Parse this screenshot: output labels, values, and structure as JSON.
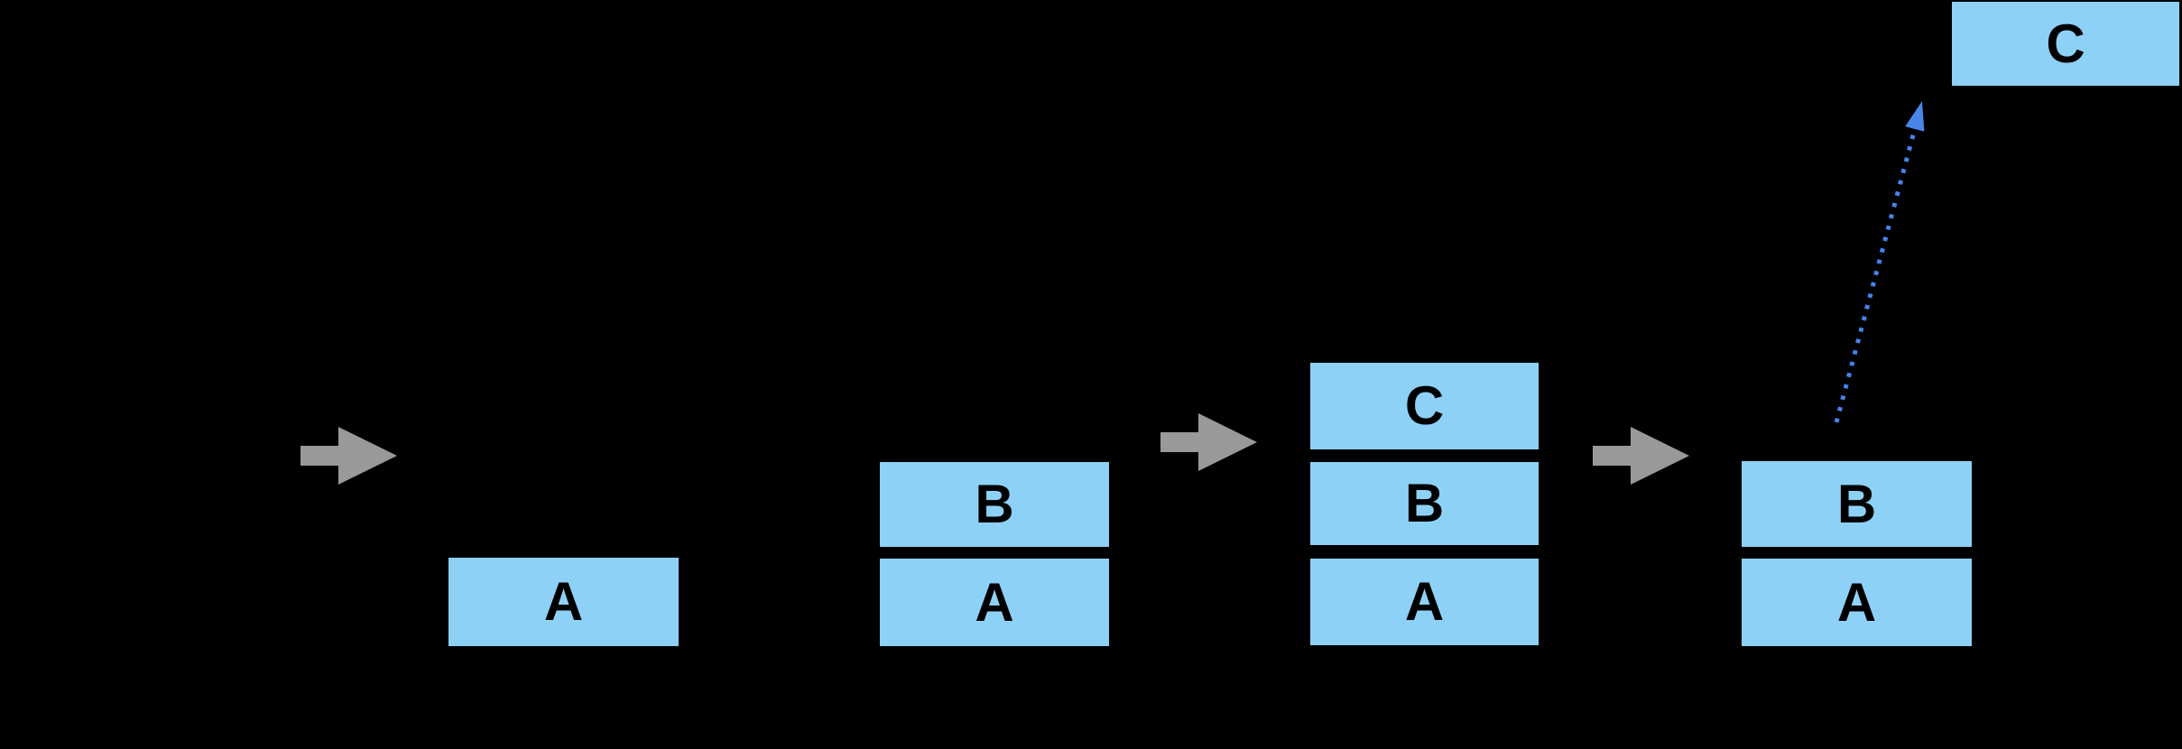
{
  "colors": {
    "background": "#000000",
    "box_fill": "#8ED1F7",
    "box_text": "#000000",
    "push_arrow_gray": "#999999",
    "pop_arrow_blue": "#4583EC"
  },
  "stacks": [
    {
      "items": [
        "A"
      ]
    },
    {
      "items": [
        "B",
        "A"
      ]
    },
    {
      "items": [
        "C",
        "B",
        "A"
      ]
    },
    {
      "items": [
        "B",
        "A"
      ]
    }
  ],
  "popped_item": "C",
  "icons": {
    "push_arrow": "right-block-arrow",
    "pop_arrow": "dotted-diagonal-up-arrow"
  }
}
